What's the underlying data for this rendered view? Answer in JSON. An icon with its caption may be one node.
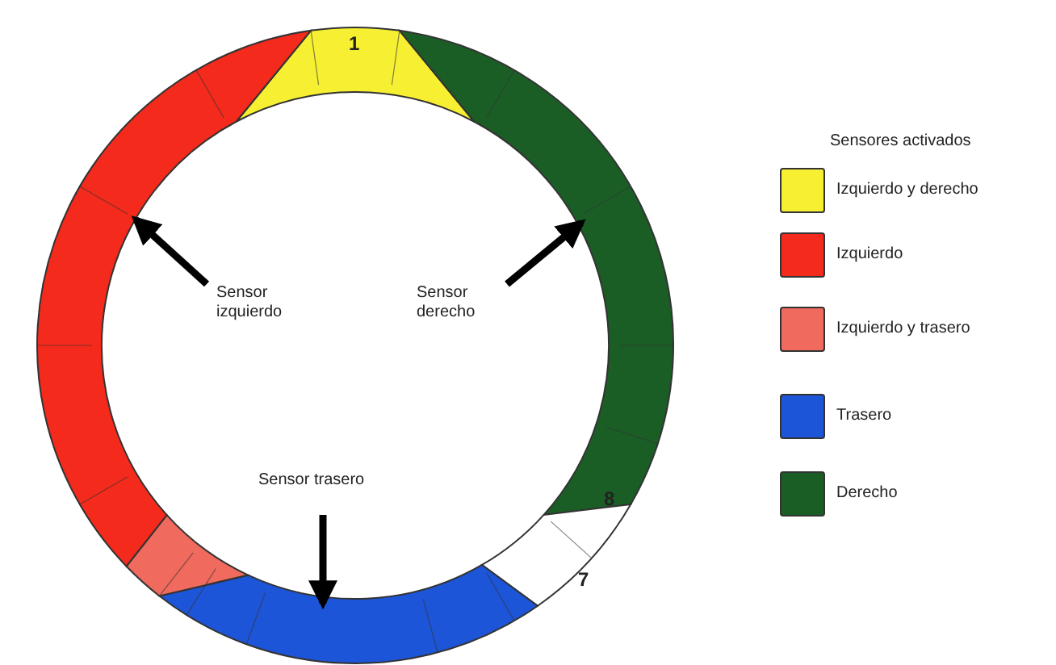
{
  "diagram": {
    "nodes": [
      {
        "text": [
          "Sensor izquierdo"
        ]
      },
      {
        "text": [
          "Sensor derecho"
        ]
      },
      {
        "text": [
          "Sensor trasero"
        ]
      }
    ],
    "edges": [
      {
        "from": 0,
        "to": null,
        "arrow": "to"
      },
      {
        "from": 1,
        "to": null,
        "arrow": "to"
      },
      {
        "from": 2,
        "to": null,
        "arrow": "to"
      }
    ],
    "labels": [
      "1",
      "8",
      "7",
      "Sensores activados"
    ],
    "legend": [
      {
        "text": "Izquierdo y derecho",
        "color": "#f7f032"
      },
      {
        "text": "Izquierdo",
        "color": "#f42a1c"
      },
      {
        "text": "Izquierdo y trasero",
        "color": "#f06a5e"
      },
      {
        "text": "Trasero",
        "color": "#1d55d8"
      },
      {
        "text": "Derecho",
        "color": "#1a5e26"
      }
    ]
  }
}
